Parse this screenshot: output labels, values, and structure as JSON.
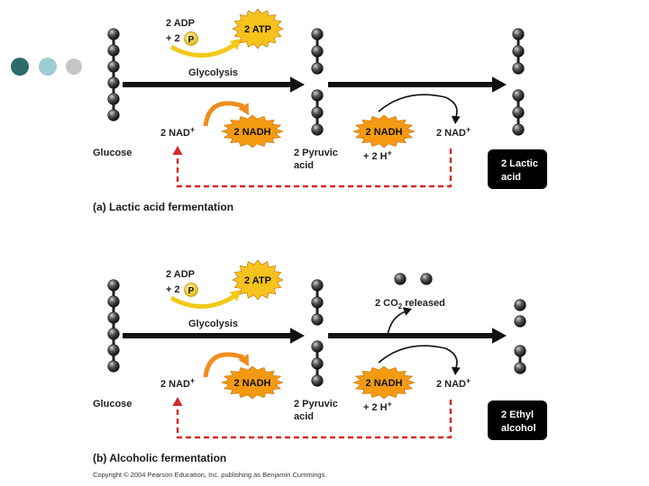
{
  "decor": {
    "dot_colors": [
      "#2e6b6c",
      "#9ccdd2",
      "#c6c6c6"
    ]
  },
  "panels": [
    {
      "caption": "(a) Lactic acid fermentation",
      "glucose": "Glucose",
      "adp_line1": "2 ADP",
      "adp_line2": "+ 2",
      "phosphate": "P",
      "atp": "2 ATP",
      "glycolysis": "Glycolysis",
      "nad_in": "2 NAD",
      "nad_in_sup": "+",
      "nadh_1": "2 NADH",
      "pyruvic_line1": "2 Pyruvic",
      "pyruvic_line2": "acid",
      "nadh_2": "2 NADH",
      "h_plus": "+ 2 H",
      "h_plus_sup": "+",
      "nad_out": "2 NAD",
      "nad_out_sup": "+",
      "product_line1": "2 Lactic",
      "product_line2": "acid"
    },
    {
      "caption": "(b) Alcoholic fermentation",
      "glucose": "Glucose",
      "adp_line1": "2 ADP",
      "adp_line2": "+ 2",
      "phosphate": "P",
      "atp": "2 ATP",
      "glycolysis": "Glycolysis",
      "nad_in": "2 NAD",
      "nad_in_sup": "+",
      "nadh_1": "2 NADH",
      "pyruvic_line1": "2 Pyruvic",
      "pyruvic_line2": "acid",
      "co2_pre": "2 CO",
      "co2_sub": "2",
      "co2_post": " released",
      "nadh_2": "2 NADH",
      "h_plus": "+ 2 H",
      "h_plus_sup": "+",
      "nad_out": "2 NAD",
      "nad_out_sup": "+",
      "product_line1": "2 Ethyl",
      "product_line2": "alcohol"
    }
  ],
  "copyright": "Copyright © 2004 Pearson Education, Inc. publishing as Benjamin Cummings.",
  "colors": {
    "arrow_black": "#111111",
    "arrow_yellow": "#f2c81a",
    "arrow_orange": "#ef8c1e",
    "dashed_red": "#d8262b",
    "star_yellow": "#f6c21c",
    "star_orange": "#f39a12",
    "bead": "#3a3a3a"
  }
}
